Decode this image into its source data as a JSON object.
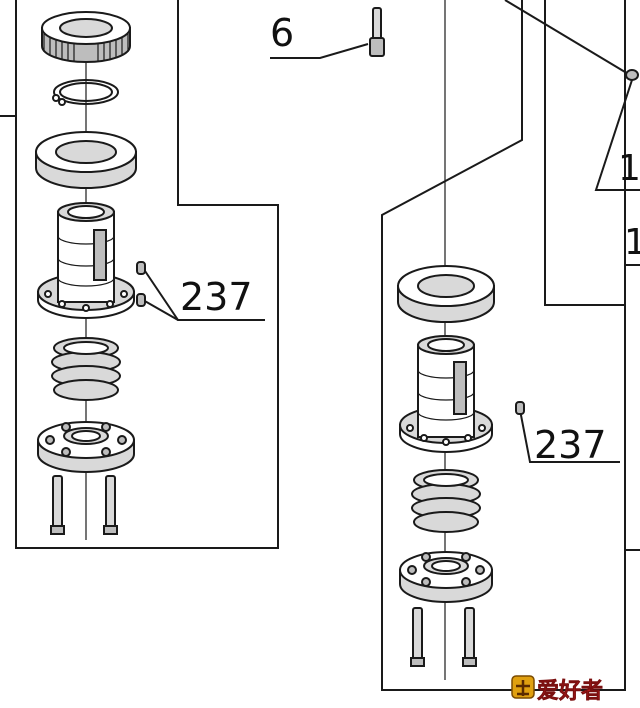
{
  "labels": {
    "part_6": "6",
    "part_237_left": "237",
    "part_237_right": "237",
    "part_edge_1a": "1",
    "part_edge_1b": "1"
  },
  "watermark": {
    "text": "爱好者"
  },
  "colors": {
    "ink": "#1a1a1a",
    "background": "#ffffff",
    "watermark_red": "#d42020",
    "watermark_gold": "#e0a010"
  }
}
